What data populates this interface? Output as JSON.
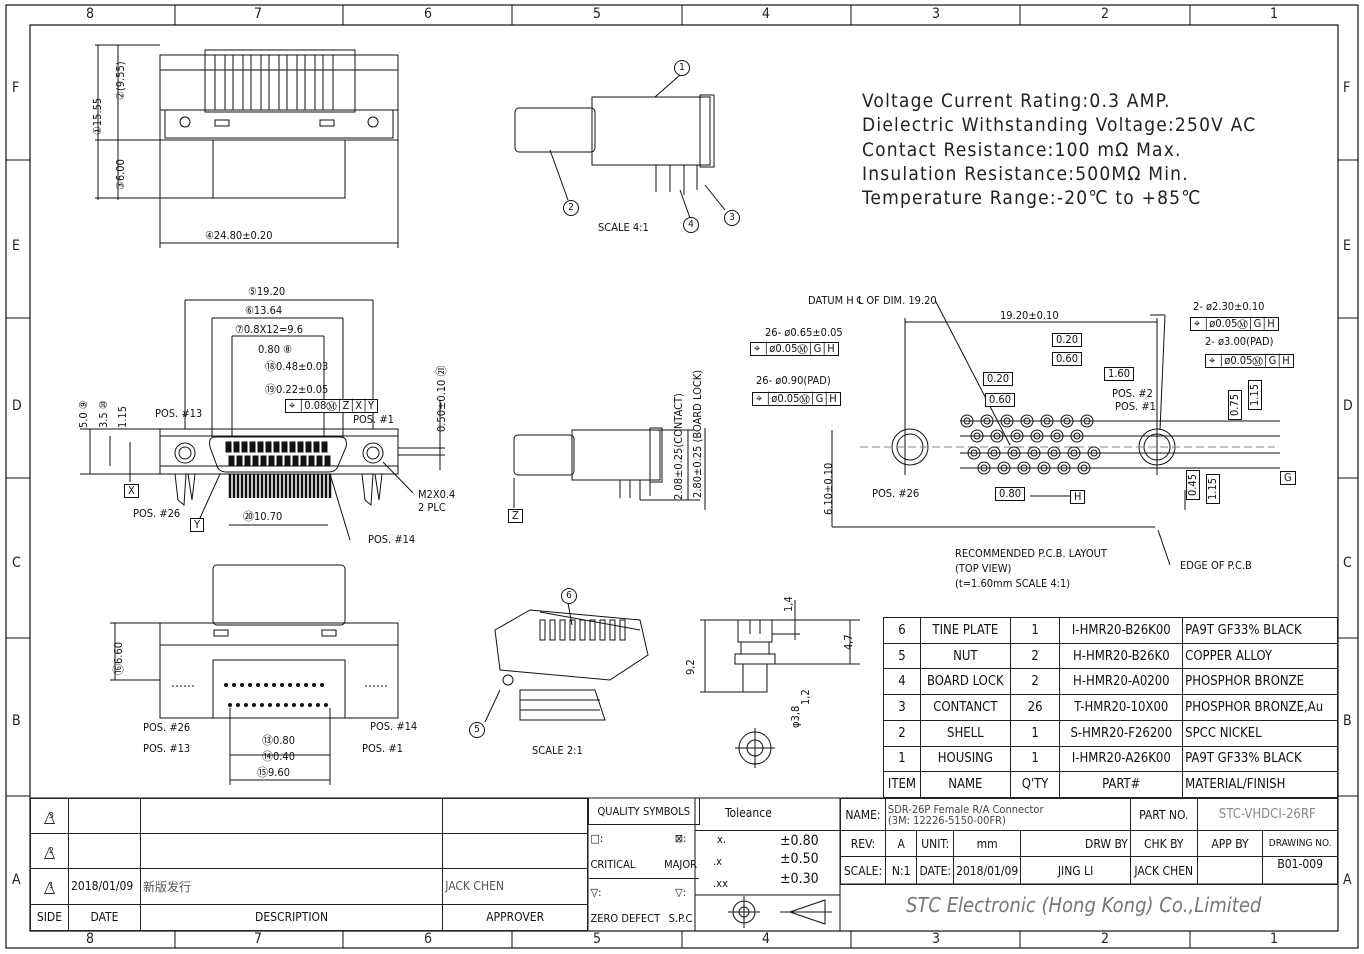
{
  "frame": {
    "columns": [
      "8",
      "7",
      "6",
      "5",
      "4",
      "3",
      "2",
      "1"
    ],
    "rows": [
      "F",
      "E",
      "D",
      "C",
      "B",
      "A"
    ]
  },
  "specs": [
    "Voltage Current Rating:0.3 AMP.",
    "Dielectric Withstanding Voltage:250V AC",
    "Contact Resistance:100 mΩ Max.",
    "Insulation Resistance:500MΩ Min.",
    "Temperature Range:-20℃ to +85℃"
  ],
  "drawing": {
    "labels": [
      "①15.55",
      "②(9.55)",
      "③6.00",
      "④24.80±0.20",
      "SCALE 4:1",
      "1",
      "2",
      "3",
      "4",
      "⑤19.20",
      "⑥13.64",
      "⑦0.8X12=9.6",
      "0.80 ⑧",
      "⑱0.48±0.03",
      "⑲0.22±0.05",
      "⌖ │0.08Ⓜ│Z│X│Y",
      "POS. #13",
      "POS. #1",
      "M2X0.4",
      "2 PLC",
      "POS. #26",
      "⑳10.70",
      "POS. #14",
      "X",
      "Y",
      "5.0 ⑨",
      "3.5 ⑩",
      "1.15",
      "0.50±0.10 ㉑",
      "2.08±0.25(CONTACT)",
      "2.80±0.25 (BOARD LOCK)",
      "Z",
      "DATUM H ℄ OF DIM. 19.20",
      "19.20±0.10",
      "26- ø0.65±0.05",
      "⌖ │ø0.05Ⓜ│G│H",
      "26- ø0.90(PAD)",
      "⌖ │ø0.05Ⓜ│G│H",
      "0.20",
      "0.60",
      "0.20",
      "0.60",
      "1.60",
      "POS. #2",
      "POS. #1",
      "2- ø2.30±0.10",
      "⌖ │ø0.05Ⓜ│G│H",
      "2- ø3.00(PAD)",
      "⌖ │ø0.05Ⓜ│G│H",
      "0.75",
      "1.15",
      "0.45",
      "1.15",
      "G",
      "H",
      "0.80",
      "POS. #26",
      "6.10±0.10",
      "RECOMMENDED P.C.B. LAYOUT",
      "(TOP VIEW)",
      "(t=1.60mm SCALE 4:1)",
      "EDGE OF P.C.B",
      "⑯6.60",
      "POS. #26",
      "POS. #13",
      "POS. #14",
      "POS. #1",
      "⑬0.80",
      "⑭0.40",
      "⑮9.60",
      "6",
      "5",
      "SCALE 2:1",
      "1,4",
      "4,7",
      "9,2",
      "1,2",
      "φ3,8"
    ]
  },
  "bom": {
    "rows": [
      {
        "item": "6",
        "name": "TINE PLATE",
        "qty": "1",
        "part": "I-HMR20-B26K00",
        "material": "PA9T GF33% BLACK"
      },
      {
        "item": "5",
        "name": "NUT",
        "qty": "2",
        "part": "H-HMR20-B26K0",
        "material": "COPPER ALLOY"
      },
      {
        "item": "4",
        "name": "BOARD LOCK",
        "qty": "2",
        "part": "H-HMR20-A0200",
        "material": "PHOSPHOR BRONZE"
      },
      {
        "item": "3",
        "name": "CONTANCT",
        "qty": "26",
        "part": "T-HMR20-10X00",
        "material": "PHOSPHOR BRONZE,Au"
      },
      {
        "item": "2",
        "name": "SHELL",
        "qty": "1",
        "part": "S-HMR20-F26200",
        "material": "SPCC NICKEL"
      },
      {
        "item": "1",
        "name": "HOUSING",
        "qty": "1",
        "part": "I-HMR20-A26K00",
        "material": "PA9T GF33% BLACK"
      }
    ],
    "header": {
      "item": "ITEM",
      "name": "NAME",
      "qty": "Q'TY",
      "part": "PART#",
      "material": "MATERIAL/FINISH"
    }
  },
  "revisions": {
    "rows": [
      {
        "side": "3",
        "date": "",
        "description": "",
        "approver": ""
      },
      {
        "side": "2",
        "date": "",
        "description": "",
        "approver": ""
      },
      {
        "side": "1",
        "date": "2018/01/09",
        "description": "新版发行",
        "approver": "JACK CHEN"
      }
    ],
    "header": {
      "side": "SIDE",
      "date": "DATE",
      "description": "DESCRIPTION",
      "approver": "APPROVER"
    }
  },
  "quality": {
    "title": "QUALITY SYMBOLS",
    "critical_sym": "□:",
    "major_sym": "⊠:",
    "critical": "CRITICAL",
    "major": "MAJOR",
    "zd_sym": "▽:",
    "spc_sym": "▽:",
    "zero_defect": "ZERO DEFECT",
    "spc": "S.P.C"
  },
  "tolerance": {
    "title": "Toleance",
    "rows": [
      {
        "k": "x.",
        "v": "±0.80"
      },
      {
        "k": ".x",
        "v": "±0.50"
      },
      {
        "k": ".xx",
        "v": "±0.30"
      }
    ]
  },
  "titleblock": {
    "name_label": "NAME:",
    "name_line1": "SDR-26P Female R/A Connector",
    "name_line2": "(3M: 12226-5150-00FR)",
    "partno_label": "PART NO.",
    "partno": "STC-VHDCI-26RF",
    "rev_label": "REV:",
    "rev": "A",
    "unit_label": "UNIT:",
    "unit": "mm",
    "drw_label": "DRW BY",
    "chk_label": "CHK BY",
    "app_label": "APP BY",
    "drawing_no_label": "DRAWING NO.",
    "scale_label": "SCALE:",
    "scale": "N:1",
    "date_label": "DATE:",
    "date": "2018/01/09",
    "drw": "JING LI",
    "chk": "JACK CHEN",
    "app": "",
    "drawing_no": "B01-009",
    "company": "STC Electronic (Hong Kong) Co.,Limited"
  }
}
